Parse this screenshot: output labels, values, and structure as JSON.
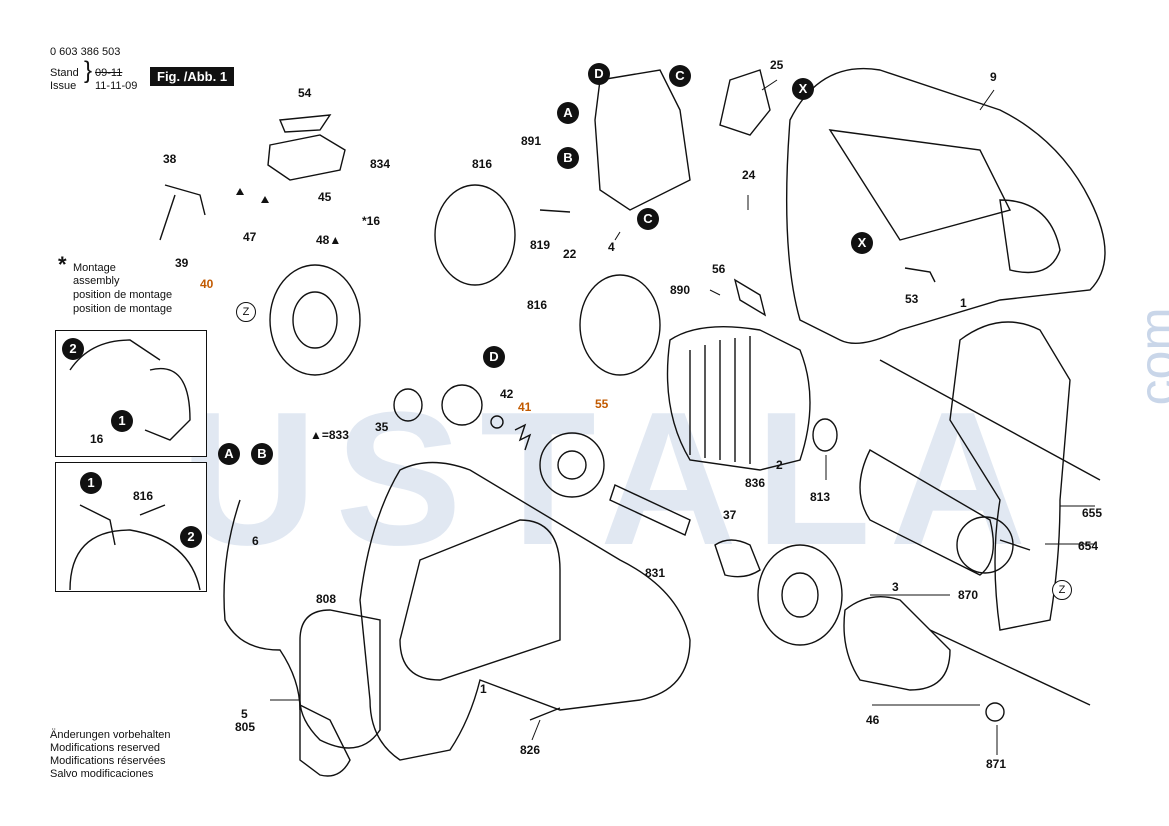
{
  "header": {
    "part_number": "0 603 386 503",
    "stand_label": "Stand",
    "issue_label": "Issue",
    "stand_date": "09-11",
    "issue_date": "11-11-09",
    "figure_label": "Fig. /Abb. 1"
  },
  "montage_note": {
    "star": "*",
    "lines": [
      "Montage",
      "assembly",
      "position de montage",
      "position de montage"
    ]
  },
  "watermark": {
    "text": "USTALA",
    "side_text": ".com"
  },
  "callouts": [
    "A",
    "B",
    "C",
    "D",
    "X",
    "Z"
  ],
  "inset_steps": [
    "1",
    "2"
  ],
  "part_labels": {
    "p1a": "1",
    "p1b": "1",
    "p2": "2",
    "p3": "3",
    "p4": "4",
    "p5": "5",
    "p6": "6",
    "p9": "9",
    "p16": "16",
    "p16b": "*16",
    "p22": "22",
    "p24": "24",
    "p25": "25",
    "p35": "35",
    "p37": "37",
    "p38": "38",
    "p39": "39",
    "p40": "40",
    "p41": "41",
    "p42": "42",
    "p45": "45",
    "p46": "46",
    "p47": "47",
    "p48": "48▲",
    "p53": "53",
    "p54": "54",
    "p55": "55",
    "p56": "56",
    "p654": "654",
    "p655": "655",
    "p805": "805",
    "p808": "808",
    "p813": "813",
    "p816a": "816",
    "p816b": "816",
    "p816c": "816",
    "p819": "819",
    "p826": "826",
    "p831": "831",
    "p833": "▲=833",
    "p834": "834",
    "p836": "836",
    "p870": "870",
    "p871": "871",
    "p890": "890",
    "p891": "891"
  },
  "footer": {
    "lines": [
      "Änderungen vorbehalten",
      "Modifications reserved",
      "Modifications réservées",
      "Salvo modificaciones"
    ]
  },
  "colors": {
    "accent_orange": "#c25a00",
    "watermark_blue": "#c9d6e9"
  }
}
